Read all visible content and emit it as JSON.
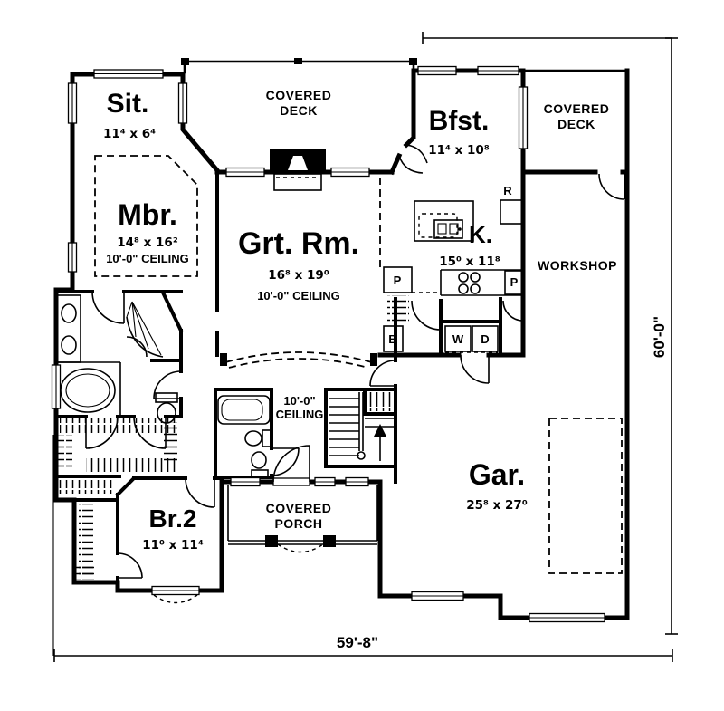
{
  "plan": {
    "rooms": {
      "sit": {
        "name": "Sit.",
        "dims": "11⁴ x 6⁴"
      },
      "mbr": {
        "name": "Mbr.",
        "dims": "14⁸ x 16²",
        "ceiling": "10'-0\" CEILING"
      },
      "grt": {
        "name": "Grt. Rm.",
        "dims": "16⁸ x 19⁰",
        "ceiling": "10'-0\" CEILING"
      },
      "bfst": {
        "name": "Bfst.",
        "dims": "11⁴ x 10⁸"
      },
      "kitchen": {
        "name": "K.",
        "dims": "15⁰ x 11⁸"
      },
      "br2": {
        "name": "Br.2",
        "dims": "11⁰ x 11⁴"
      },
      "garage": {
        "name": "Gar.",
        "dims": "25⁸ x 27⁰"
      },
      "workshop": {
        "name": "WORKSHOP"
      },
      "deck_top": {
        "line1": "COVERED",
        "line2": "DECK"
      },
      "deck_right": {
        "line1": "COVERED",
        "line2": "DECK"
      },
      "porch": {
        "line1": "COVERED",
        "line2": "PORCH"
      },
      "hall": {
        "line1": "10'-0\"",
        "line2": "CEILING"
      }
    },
    "fixtures": {
      "pantry1": "P",
      "pantry2": "P",
      "fridge": "R",
      "washer": "W",
      "dryer": "D",
      "broom": "B"
    },
    "dimensions": {
      "width": "59'-8\"",
      "height": "60'-0\""
    },
    "colors": {
      "ink": "#000000",
      "paper": "#ffffff"
    }
  }
}
